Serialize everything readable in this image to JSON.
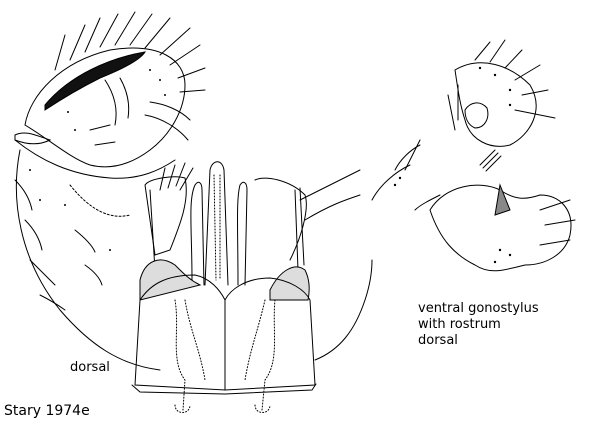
{
  "figure": {
    "labels": {
      "main_view": "dorsal",
      "inset_lines": [
        "ventral gonostylus",
        "with rostrum",
        "dorsal"
      ],
      "credit": "Stary 1974e"
    },
    "colors": {
      "ink": "#000000",
      "background": "#ffffff"
    }
  }
}
